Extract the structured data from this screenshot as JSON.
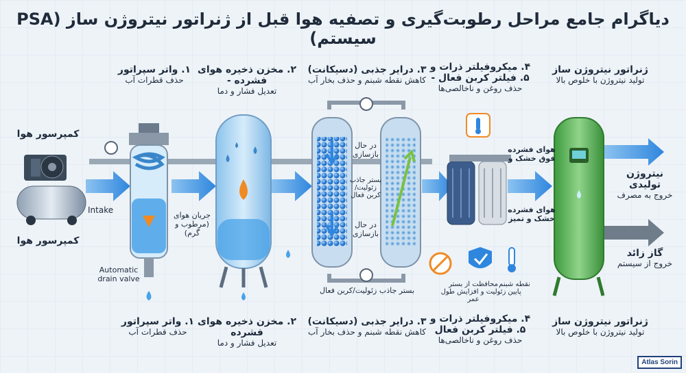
{
  "title": "دیاگرام جامع مراحل رطوبت‌گیری و تصفیه هوا قبل از ژنراتور نیتروژن ساز (PSA سیستم)",
  "top_labels": {
    "water_separator": {
      "main": "۱. واتر سپراتور",
      "sub": "حذف قطرات آب"
    },
    "tank": {
      "main": "۲. مخزن ذخیره هوای فشرده -",
      "sub": "تعدیل فشار و دما"
    },
    "dryer": {
      "main": "۳. درایر جذبی (دسیکانت)",
      "sub": "کاهش نقطه شبنم و حذف بخار آب"
    },
    "filters": {
      "main": "۴. میکروفیلتر ذرات و",
      "main2": "۵. فیلتر کربن فعال -",
      "sub": "حذف روغن و ناخالصی‌ها"
    },
    "generator": {
      "main": "ژنراتور نیتروژن ساز",
      "sub": "تولید نیتروژن با خلوص بالا"
    }
  },
  "bottom_labels": {
    "water_separator": {
      "main": "۱. واتر سپراتور",
      "sub": "حذف قطرات آب"
    },
    "tank": {
      "main": "۲. مخزن ذخیره هوای فشرده",
      "sub": "تعدیل فشار و دما"
    },
    "dryer": {
      "main": "۳. درایر جذبی (دسیکانت)",
      "sub": "کاهش نقطه شبنم و حذف بخار آب"
    },
    "filters": {
      "main": "۴. میکروفیلتر ذرات و",
      "main2": "۵. فیلتر کربن فعال",
      "sub": "حذف روغن و ناخالصی‌ها"
    },
    "generator": {
      "main": "ژنراتور نیتروژن ساز",
      "sub": "تولید نیتروژن با خلوص بالا"
    }
  },
  "compressor": {
    "top": "کمپرسور هوا",
    "bottom": "کمپرسور هوا"
  },
  "intake": "Intake",
  "air_flow": {
    "main": "جریان هوای",
    "sub": "(مرطوب و گرم)"
  },
  "drain": "Automatic drain valve",
  "dryer_notes": {
    "regen_top": "در حال بازسازی",
    "bed": "بستر جاذب زئولیت/ کربن فعال",
    "regen_bottom": "در حال بازسازی",
    "bed_bottom": "بستر جاذب زئولیت/کربن فعال"
  },
  "air_after_dryer": "هوای فشرده فوق خشک و",
  "air_after_filter": "هوای فشرده خشک و تمیز",
  "protection": "محافظت از بستر زئولیت و افزایش طول عمر",
  "dew_point": "نقطه شبنم پایین",
  "nitrogen_out": {
    "main": "نیتروژن تولیدی",
    "sub": "خروج به مصرف"
  },
  "waste_gas": {
    "main": "گاز زائد",
    "sub": "خروج از سیستم"
  },
  "brand": "Atlas Sorin",
  "colors": {
    "flow": "#3d8ee0",
    "tank": "#a9d4f3",
    "generator": "#5cb85c",
    "water": "#4aa3e8",
    "drop_orange": "#f08a24"
  }
}
